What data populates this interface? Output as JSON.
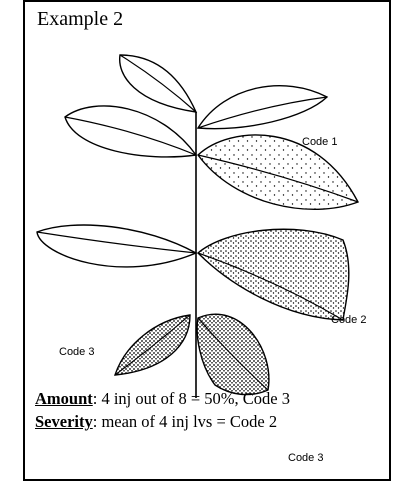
{
  "title": "Example 2",
  "labels": {
    "code1": "Code 1",
    "code2": "Code 2",
    "code3_left": "Code 3",
    "code3_bottom": "Code 3"
  },
  "captions": {
    "amount_key": "Amount",
    "amount_text": ": 4 inj out of 8 = 50%, Code 3",
    "severity_key": "Severity",
    "severity_text": ": mean of 4 inj lvs = Code 2"
  }
}
